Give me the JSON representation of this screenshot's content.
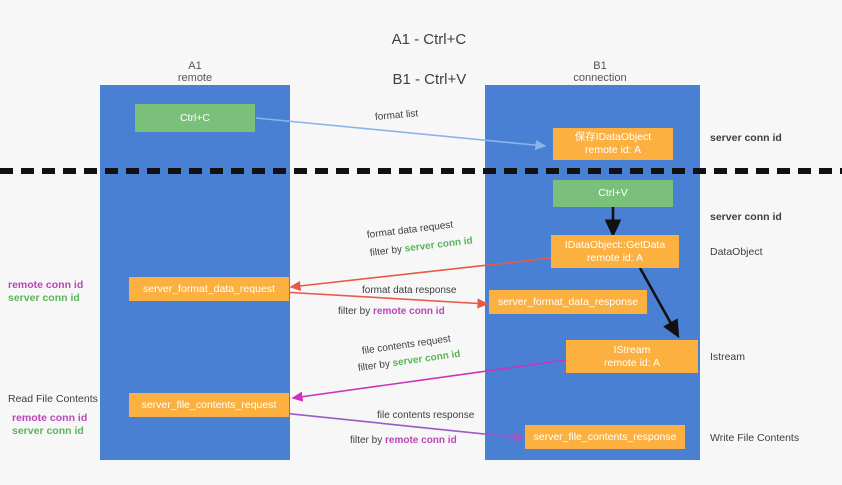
{
  "diagram": {
    "title_line1": "A1 - Ctrl+C",
    "title_line2": "B1 - Ctrl+V",
    "columns": [
      {
        "name": "A1",
        "sub": "remote"
      },
      {
        "name": "B1",
        "sub": "connection"
      }
    ],
    "nodes": {
      "ctrl_c": {
        "label": "Ctrl+C"
      },
      "save_idataobject": {
        "line1": "保存IDataObject",
        "line2": "remote id: A"
      },
      "ctrl_v": {
        "label": "Ctrl+V"
      },
      "getdata": {
        "line1": "IDataObject::GetData",
        "line2": "remote id: A"
      },
      "istream": {
        "line1": "IStream",
        "line2": "remote id: A"
      },
      "server_format_data_request": {
        "label": "server_format_data_request"
      },
      "server_format_data_response": {
        "label": "server_format_data_response"
      },
      "server_file_contents_request": {
        "label": "server_file_contents_request"
      },
      "server_file_contents_response": {
        "label": "server_file_contents_response"
      }
    },
    "right_labels": [
      {
        "text": "server conn id",
        "kind": "green"
      },
      {
        "text": "server conn id",
        "kind": "green"
      },
      {
        "text": "DataObject",
        "kind": "grey"
      },
      {
        "text": "Istream",
        "kind": "grey"
      },
      {
        "text": "Write File Contents",
        "kind": "grey"
      }
    ],
    "left_labels": {
      "group1_line1": "remote conn id",
      "group1_line2": "server conn id",
      "read_file_contents": "Read File Contents",
      "group2_line1": "remote conn id",
      "group2_line2": "server conn id"
    },
    "captions": {
      "format_list": "format list",
      "format_data_request": "format data request",
      "format_data_request_filter_prefix": "filter by ",
      "format_data_request_filter_value": "server conn id",
      "format_data_response": "format data response",
      "format_data_response_filter_prefix": "filter by ",
      "format_data_response_filter_value": "remote conn id",
      "file_contents_request": "file contents request",
      "file_contents_request_filter_prefix": "filter by ",
      "file_contents_request_filter_value": "server conn id",
      "file_contents_response": "file contents response",
      "file_contents_response_filter_prefix": "filter by ",
      "file_contents_response_filter_value": "remote conn id"
    },
    "colors": {
      "lane": "#4a80d4",
      "green_node": "#7ac07a",
      "orange_node": "#fbb040",
      "background": "#f7f7f7",
      "arrow_blue": "#8ab4e8",
      "arrow_red": "#e8594a",
      "arrow_magenta": "#cc33bb",
      "arrow_purple": "#9b59c6",
      "arrow_black": "#111111",
      "green_text": "#58b558",
      "purple_text": "#bb44bb"
    }
  }
}
